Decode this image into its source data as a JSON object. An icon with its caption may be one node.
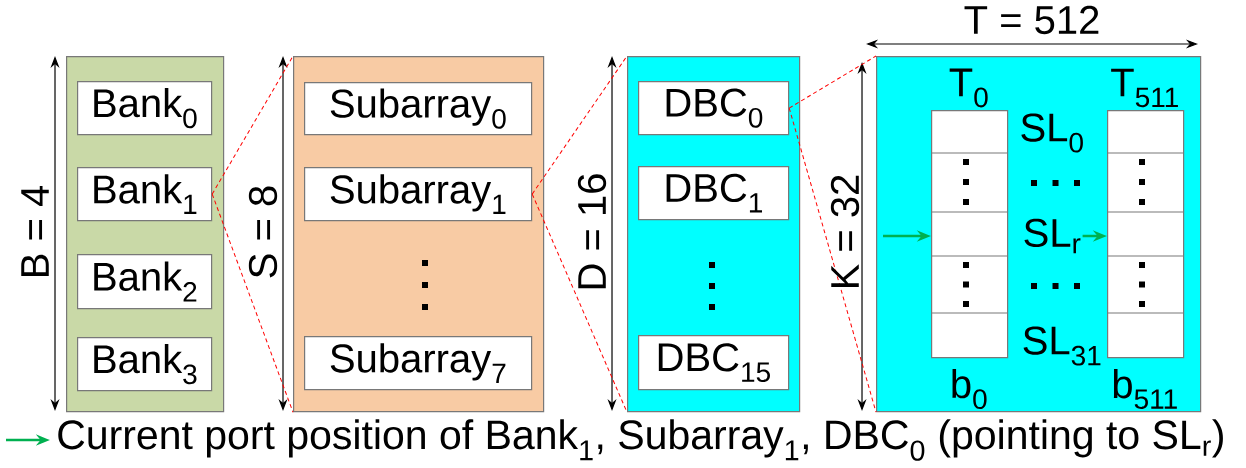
{
  "diagram": {
    "nodes": [
      {
        "text": [],
        "shape": "box"
      },
      {
        "text": [
          "Bank$_{0}$"
        ],
        "in": 0
      },
      {
        "text": [
          "Bank$_{1}$"
        ],
        "in": 0
      },
      {
        "text": [
          "Bank$_{2}$"
        ],
        "in": 0
      },
      {
        "text": [
          "Bank$_{3}$"
        ],
        "in": 0
      },
      {
        "text": [],
        "shape": "box"
      },
      {
        "text": [
          "Subarray$_{0}$"
        ],
        "in": 5
      },
      {
        "text": [
          "Subarray$_{1}$"
        ],
        "in": 5
      },
      {
        "text": [
          "Subarray$_{7}$"
        ],
        "in": 5
      },
      {
        "text": [],
        "shape": "box"
      },
      {
        "text": [
          "DBC$_{0}$"
        ],
        "in": 9
      },
      {
        "text": [
          "DBC$_{1}$"
        ],
        "in": 9
      },
      {
        "text": [
          "DBC$_{15}$"
        ],
        "in": 9
      },
      {
        "text": [],
        "shape": "box"
      },
      {
        "text": [
          "T$_{0}$"
        ],
        "beside": [
          "b$_{0}$"
        ],
        "in": 13
      },
      {
        "text": [
          "T$_{511}$"
        ],
        "beside": [
          "b$_{511}$"
        ],
        "in": 13
      },
      {
        "text": [
          "SL$_{r}$"
        ],
        "in": 13
      }
    ],
    "edges": [
      {
        "from": 2,
        "to": 5,
        "arrow": "none",
        "style": "dashed",
        "color": "#ff0000"
      },
      {
        "from": 2,
        "to": 5,
        "arrow": "none",
        "style": "dashed",
        "color": "#ff0000"
      },
      {
        "from": 7,
        "to": 9,
        "arrow": "none",
        "style": "dashed",
        "color": "#ff0000"
      },
      {
        "from": 7,
        "to": 9,
        "arrow": "none",
        "style": "dashed",
        "color": "#ff0000"
      },
      {
        "from": 10,
        "to": 13,
        "arrow": "none",
        "style": "dashed",
        "color": "#ff0000"
      },
      {
        "from": 10,
        "to": 13,
        "arrow": "none",
        "style": "dashed",
        "color": "#ff0000"
      },
      {
        "from": null,
        "to": 14,
        "arrow": "to",
        "color": "#00b050"
      },
      {
        "from": 16,
        "to": 15,
        "arrow": "to",
        "color": "#00b050"
      }
    ],
    "labels": [
      "B = 4",
      "S = 8",
      "D = 16",
      "T = 512",
      "K = 32",
      "SL$_{0}$",
      "SL$_{31}$"
    ],
    "legend": [
      {
        "text": "Current port position of Bank$_{1}$, Subarray$_{1}$, DBC$_{0}$ (pointing to SL$_{r}$)"
      }
    ]
  }
}
